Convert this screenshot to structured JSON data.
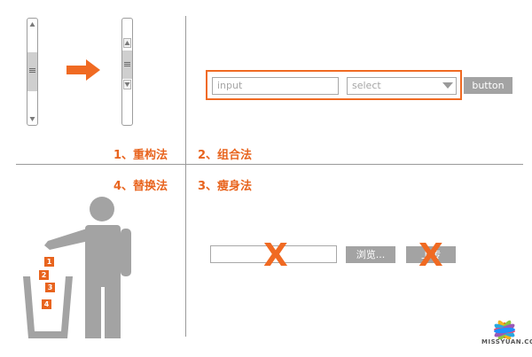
{
  "sections": {
    "restructure": {
      "number": "1、重构法"
    },
    "combine": {
      "number": "2、组合法"
    },
    "slim": {
      "number": "3、瘦身法"
    },
    "replace": {
      "number": "4、替换法"
    }
  },
  "combine_demo": {
    "input_placeholder": "input",
    "select_value": "select",
    "button_label": "button"
  },
  "slim_demo": {
    "browse_label": "浏览...",
    "upload_label": "上传",
    "x_mark": "X"
  },
  "trash_items": [
    "1",
    "2",
    "3",
    "4"
  ],
  "logo": {
    "text": "MISSYUAN.COM"
  },
  "colors": {
    "accent": "#f06a22",
    "gray": "#a3a3a3"
  },
  "icons": [
    "scrollbar-before",
    "right-arrow-icon",
    "scrollbar-after",
    "person-icon",
    "trash-can-icon",
    "logo-icon"
  ]
}
